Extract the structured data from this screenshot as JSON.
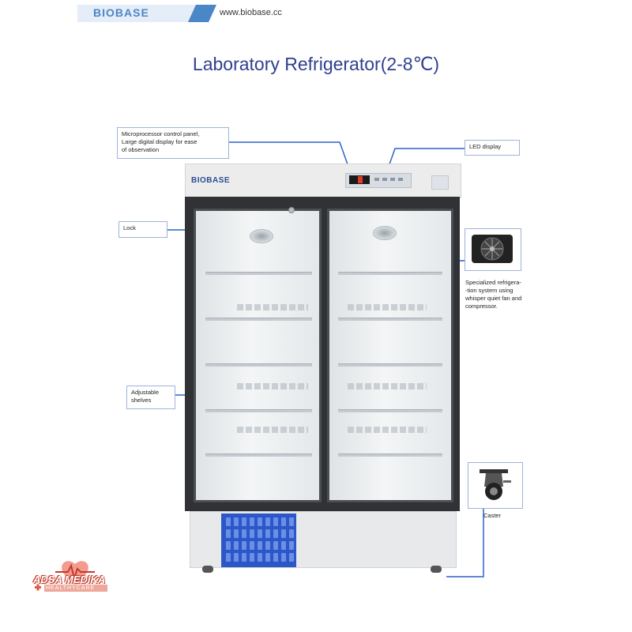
{
  "header": {
    "brand": "BIOBASE",
    "website": "www.biobase.cc",
    "title": "Laboratory Refrigerator(2-8℃)"
  },
  "product": {
    "panel_brand": "BIOBASE"
  },
  "callouts": {
    "control_panel": [
      "Microprocessor control panel,",
      "Large digital display for ease",
      "of observation"
    ],
    "led_display": "LED display",
    "lock": "Lock",
    "shelves": [
      "Adjustable",
      "shelves"
    ],
    "refrigeration": [
      "Specialized refrigera-",
      "-tion system using",
      "whisper quiet fan and",
      "compressor."
    ],
    "caster": "Caster"
  },
  "watermark": {
    "name": "ADSA MEDIKA",
    "tagline": "HEALTHYCARE"
  },
  "colors": {
    "accent": "#2f3f8f",
    "brand_blue": "#4b86c6",
    "leader_line": "#2b63c6",
    "vent_blue": "#2b57c9"
  }
}
